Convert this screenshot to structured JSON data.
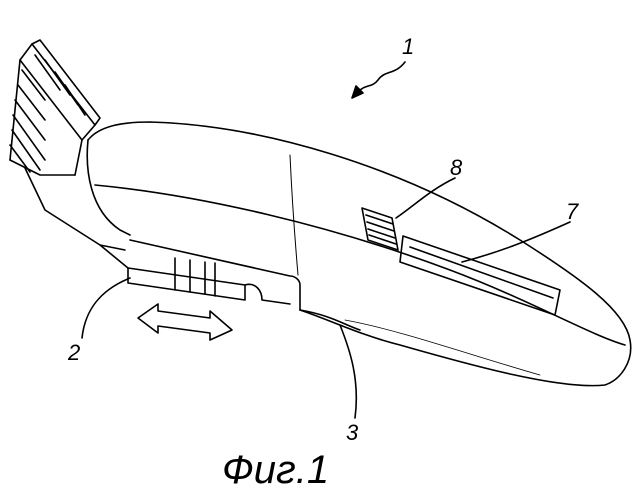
{
  "figure": {
    "caption": "Фиг.1",
    "labels": {
      "device": "1",
      "comb_slider": "2",
      "housing": "3",
      "display_window": "7",
      "button": "8"
    }
  }
}
